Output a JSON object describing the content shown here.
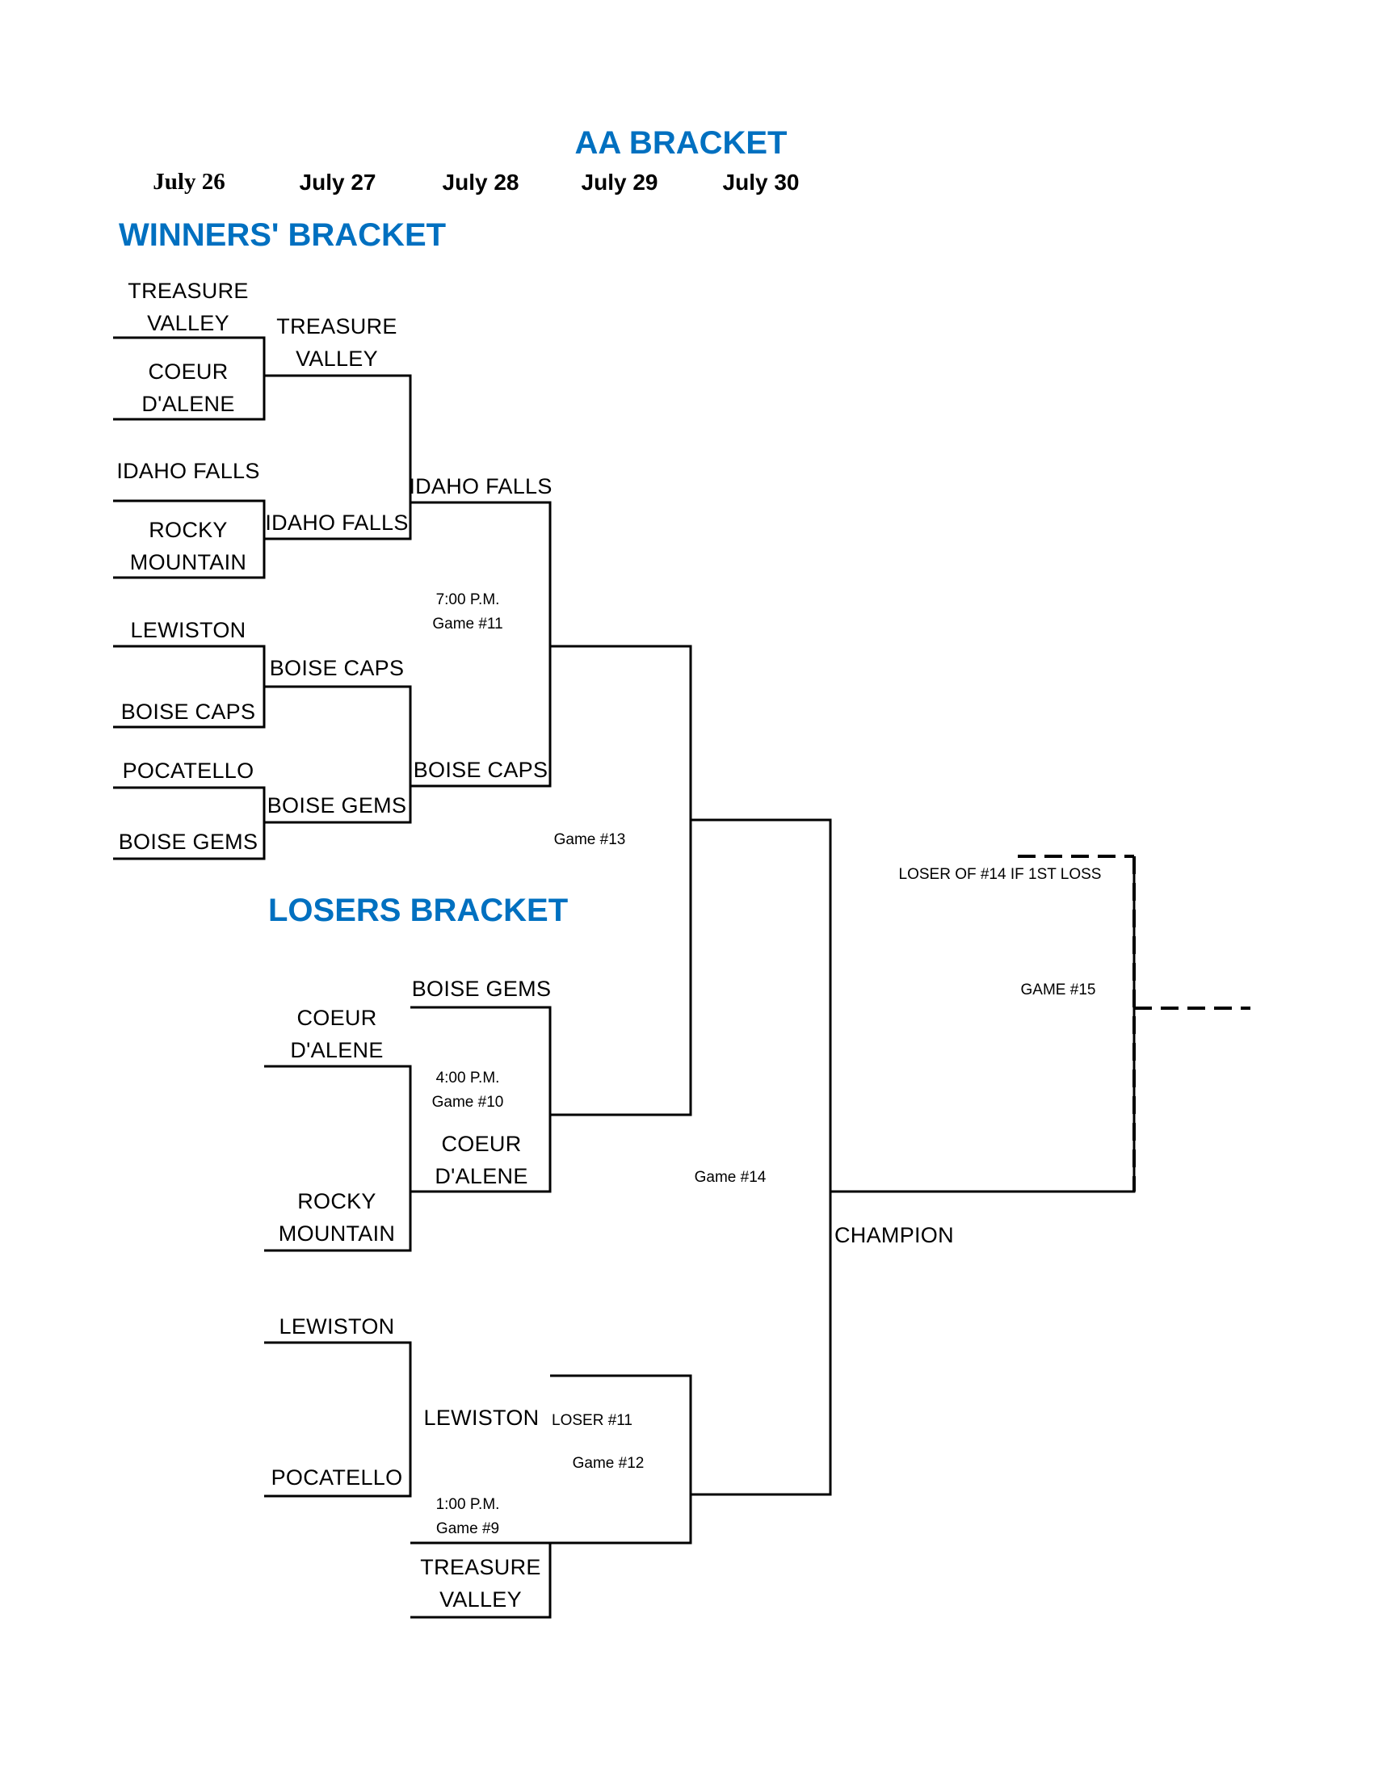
{
  "title": "AA BRACKET",
  "dates": [
    "July 26",
    "July 27",
    "July 28",
    "July 29",
    "July 30"
  ],
  "winners_heading": "WINNERS' BRACKET",
  "losers_heading": "LOSERS BRACKET",
  "heading_color": "#0070c0",
  "winners": {
    "r1": [
      [
        "TREASURE",
        "VALLEY"
      ],
      [
        "COEUR",
        "D'ALENE"
      ],
      [
        "IDAHO FALLS"
      ],
      [
        "ROCKY",
        "MOUNTAIN"
      ],
      [
        "LEWISTON"
      ],
      [
        "BOISE CAPS"
      ],
      [
        "POCATELLO"
      ],
      [
        "BOISE GEMS"
      ]
    ],
    "r2": [
      [
        "TREASURE",
        "VALLEY"
      ],
      [
        "IDAHO FALLS"
      ],
      [
        "BOISE CAPS"
      ],
      [
        "BOISE GEMS"
      ]
    ],
    "r3": [
      "IDAHO FALLS",
      "BOISE CAPS"
    ],
    "game11": {
      "time": "7:00 P.M.",
      "game": "Game #11"
    },
    "game13": "Game #13"
  },
  "losers": {
    "coeur": [
      "COEUR",
      "D'ALENE"
    ],
    "rocky": [
      "ROCKY",
      "MOUNTAIN"
    ],
    "lewiston": "LEWISTON",
    "pocatello": "POCATELLO",
    "boise_gems": "BOISE GEMS",
    "game10": {
      "time": "4:00 P.M.",
      "game": "Game #10",
      "winner": [
        "COEUR",
        "D'ALENE"
      ]
    },
    "game9": {
      "time": "1:00 P.M.",
      "game": "Game #9",
      "winner": "LEWISTON"
    },
    "treasure": [
      "TREASURE",
      "VALLEY"
    ],
    "loser11": "LOSER #11",
    "game12": "Game #12",
    "game14": "Game #14"
  },
  "champion": "CHAMPION",
  "loser14": "LOSER OF #14 IF 1ST LOSS",
  "game15": "GAME #15"
}
